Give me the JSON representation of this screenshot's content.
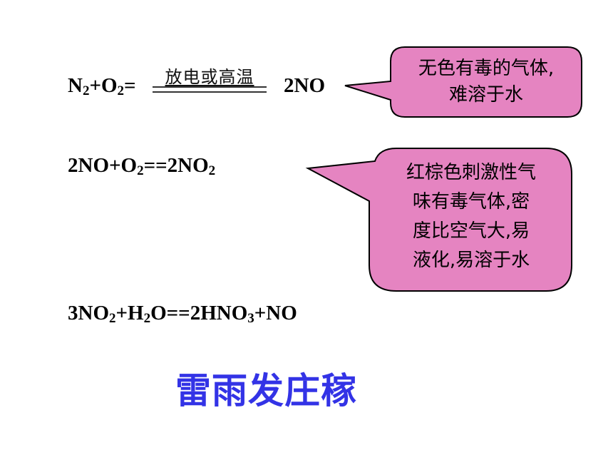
{
  "slide": {
    "equation1": {
      "part_a": "N",
      "sub_a": "2",
      "part_b": "+O",
      "sub_b": "2",
      "part_c": "=",
      "condition": "放电或高温",
      "product": "2NO"
    },
    "equation2": {
      "part_a": "2NO+O",
      "sub_a": "2",
      "part_b": "==2NO",
      "sub_b": "2"
    },
    "equation3": {
      "part_a": "3NO",
      "sub_a": "2",
      "part_b": "+H",
      "sub_b": "2",
      "part_c": "O==2HNO",
      "sub_c": "3",
      "part_d": "+NO"
    },
    "callout1": {
      "line1": "无色有毒的气体,",
      "line2": "难溶于水"
    },
    "callout2": {
      "line1": "红棕色刺激性气",
      "line2": "味有毒气体,密",
      "line3": "度比空气大,易",
      "line4": "液化,易溶于水"
    },
    "title": "雷雨发庄稼",
    "colors": {
      "callout_fill": "#e584c1",
      "callout_stroke": "#000000",
      "title": "#3333e6"
    }
  }
}
